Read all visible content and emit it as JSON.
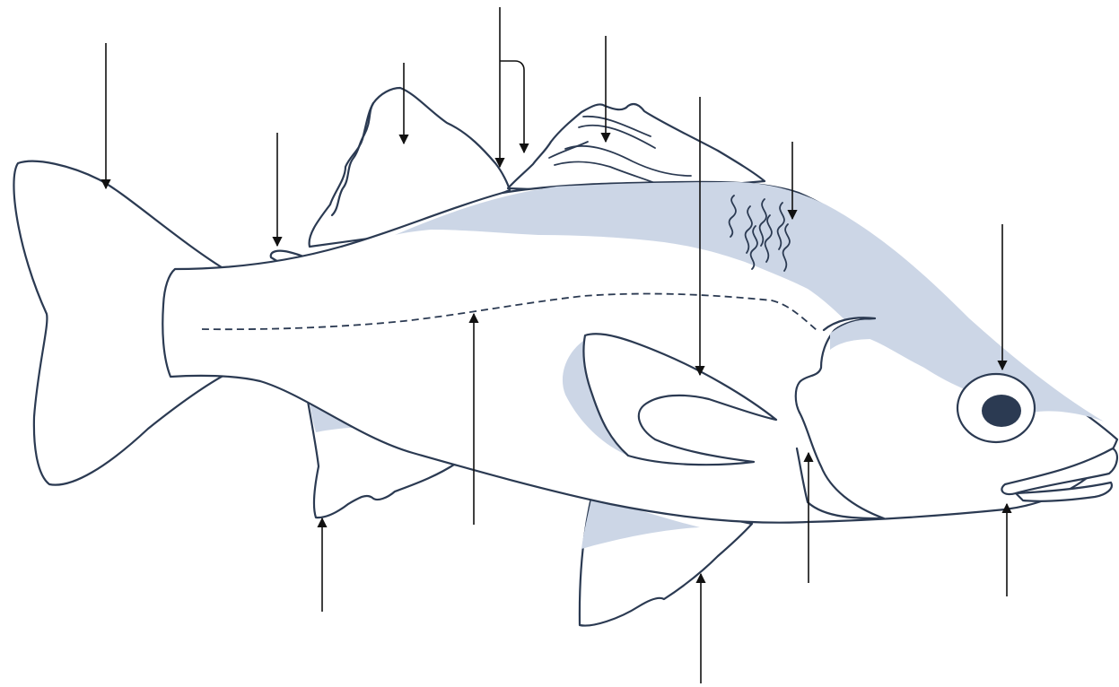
{
  "colors": {
    "outline": "#2b3a52",
    "shading": "#ccd6e6",
    "pupil": "#2b3a52",
    "arrow": "#111111",
    "background": "#ffffff"
  },
  "pointers": [
    "caudal-fin",
    "caudal-peduncle",
    "spiny-dorsal-fin",
    "dorsal-spines",
    "soft-dorsal-fin",
    "pectoral-fin",
    "scales",
    "eye",
    "anal-fin",
    "lateral-line",
    "pelvic-fin",
    "operculum",
    "mouth"
  ]
}
